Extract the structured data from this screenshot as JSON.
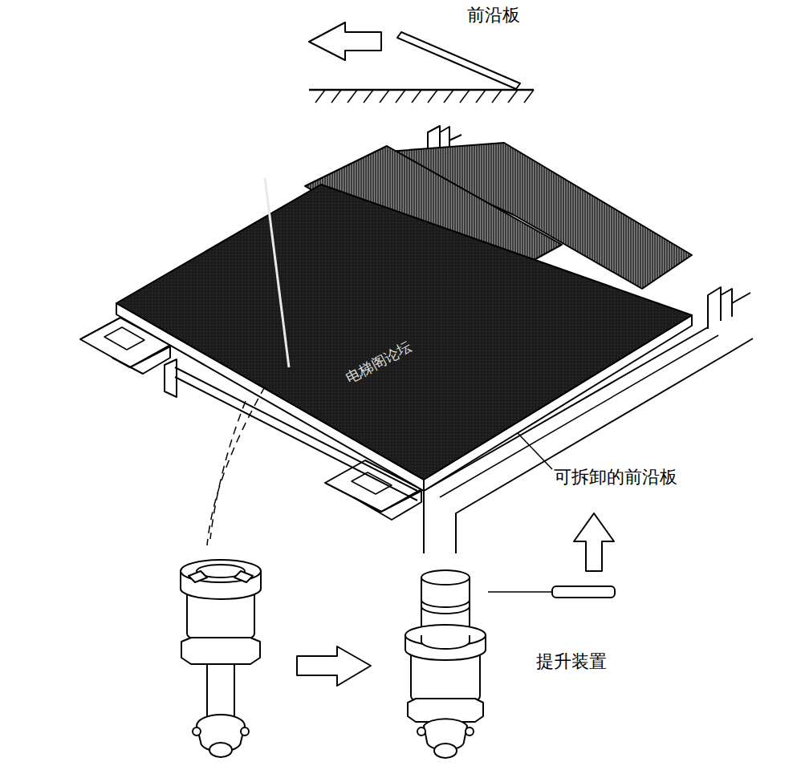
{
  "diagram": {
    "labels": [
      "前沿板",
      "电梯阁论坛",
      "可拆卸的前沿板",
      "提升装置"
    ]
  }
}
